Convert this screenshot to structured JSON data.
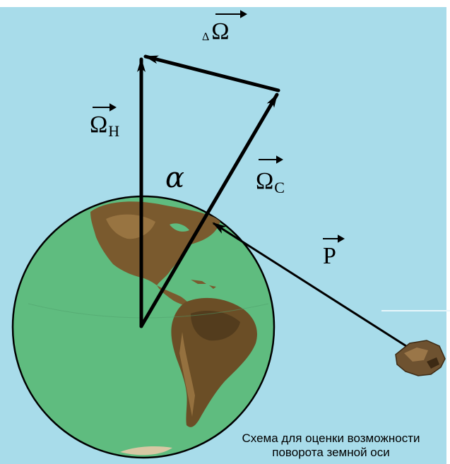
{
  "colors": {
    "background_panel": "#a8dcea",
    "globe_ocean": "#5fbc7f",
    "globe_outline": "#000000",
    "land": "#7a5a2e",
    "vector": "#000000"
  },
  "labels": {
    "omega_n_symbol": "Ω",
    "omega_n_subscript": "Н",
    "delta_prefix": "Δ",
    "delta_omega_symbol": "Ω",
    "omega_c_symbol": "Ω",
    "omega_c_subscript": "С",
    "angle_symbol": "α",
    "force_symbol": "P"
  },
  "caption": {
    "line1": "Схема для оценки возможности",
    "line2": "поворота земной оси"
  }
}
